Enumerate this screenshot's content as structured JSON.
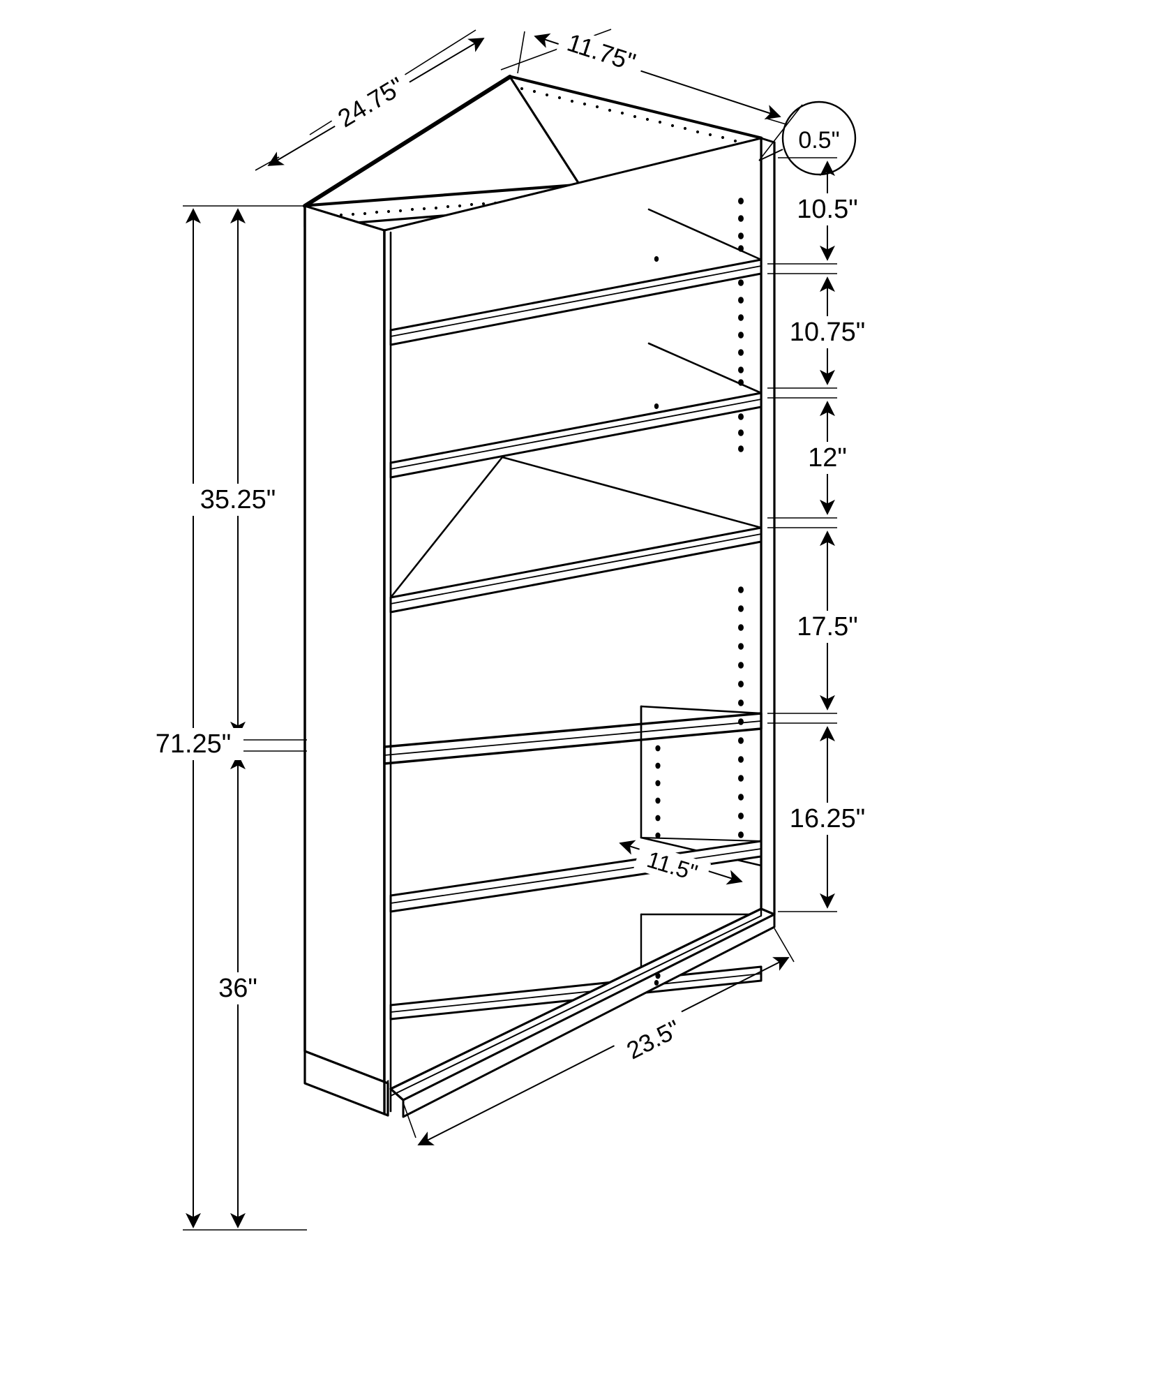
{
  "document": {
    "type": "technical-drawing",
    "subject": "5-shelf bookcase isometric dimension drawing",
    "units": "inches",
    "line_color": "#000000",
    "background_color": "#ffffff"
  },
  "dimensions": {
    "top_width": "24.75\"",
    "top_depth": "11.75\"",
    "panel_thickness": "0.5\"",
    "overall_height": "71.25\"",
    "upper_section_height": "35.25\"",
    "lower_section_height": "36\"",
    "shelf_gap_1": "10.5\"",
    "shelf_gap_2": "10.75\"",
    "shelf_gap_3": "12\"",
    "shelf_gap_4": "17.5\"",
    "shelf_gap_5": "16.25\"",
    "shelf_depth": "11.5\"",
    "base_width": "23.5\""
  },
  "callouts": [
    {
      "id": "top-width",
      "label": "24.75\"",
      "placement": "top-left-edge"
    },
    {
      "id": "top-depth",
      "label": "11.75\"",
      "placement": "top-right-edge"
    },
    {
      "id": "thickness-bubble",
      "label": "0.5\"",
      "placement": "top-right-circle"
    },
    {
      "id": "gap-1",
      "label": "10.5\"",
      "placement": "right-stack-1"
    },
    {
      "id": "gap-2",
      "label": "10.75\"",
      "placement": "right-stack-2"
    },
    {
      "id": "gap-3",
      "label": "12\"",
      "placement": "right-stack-3"
    },
    {
      "id": "gap-4",
      "label": "17.5\"",
      "placement": "right-stack-4"
    },
    {
      "id": "gap-5",
      "label": "16.25\"",
      "placement": "right-stack-5"
    },
    {
      "id": "total-height",
      "label": "71.25\"",
      "placement": "left-outer"
    },
    {
      "id": "upper-height",
      "label": "35.25\"",
      "placement": "left-inner-upper"
    },
    {
      "id": "lower-height",
      "label": "36\"",
      "placement": "left-inner-lower"
    },
    {
      "id": "shelf-depth",
      "label": "11.5\"",
      "placement": "interior-shelf"
    },
    {
      "id": "base-width",
      "label": "23.5\"",
      "placement": "bottom-front-edge"
    }
  ]
}
